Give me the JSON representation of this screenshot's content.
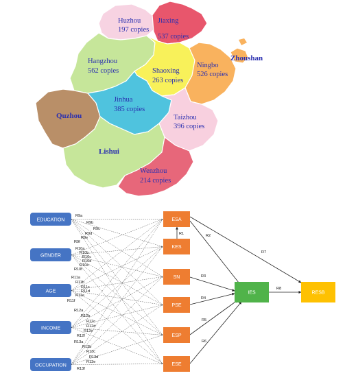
{
  "map": {
    "regions": [
      {
        "id": "huzhou",
        "name": "Huzhou",
        "count": "197 copies",
        "bold": false,
        "color": "#f7d3e2"
      },
      {
        "id": "jiaxing",
        "name": "Jiaxing",
        "count": "537 copies",
        "bold": false,
        "color": "#e8566c"
      },
      {
        "id": "hangzhou",
        "name": "Hangzhou",
        "count": "562 copies",
        "bold": false,
        "color": "#c6e69a"
      },
      {
        "id": "shaoxing",
        "name": "Shaoxing",
        "count": "263 copies",
        "bold": false,
        "color": "#f8f15a"
      },
      {
        "id": "ningbo",
        "name": "Ningbo",
        "count": "526 copies",
        "bold": false,
        "color": "#f9b25e"
      },
      {
        "id": "zhoushan",
        "name": "Zhoushan",
        "count": "",
        "bold": true,
        "color": "#f9b25e"
      },
      {
        "id": "quzhou",
        "name": "Quzhou",
        "count": "",
        "bold": true,
        "color": "#b98f68"
      },
      {
        "id": "jinhua",
        "name": "Jinhua",
        "count": "385 copies",
        "bold": false,
        "color": "#4fc3de"
      },
      {
        "id": "taizhou",
        "name": "Taizhou",
        "count": "396 copies",
        "bold": false,
        "color": "#f8d0df"
      },
      {
        "id": "lishui",
        "name": "Lishui",
        "count": "",
        "bold": true,
        "color": "#c6e69a"
      },
      {
        "id": "wenzhou",
        "name": "Wenzhou",
        "count": "214 copies",
        "bold": false,
        "color": "#e7677a"
      }
    ]
  },
  "diagram": {
    "colors": {
      "demographic": "#4574c4",
      "mediator": "#ee7d31",
      "ies": "#50b34a",
      "resb": "#fec102"
    },
    "demographics": [
      "EDUCATION",
      "GENDER",
      "AGE",
      "INCOME",
      "OCCUPATION"
    ],
    "mediators": [
      "ESA",
      "KES",
      "SN",
      "PSE",
      "ESP",
      "ESE"
    ],
    "ies": "IES",
    "resb": "RESB",
    "path_labels": {
      "R1": "R1",
      "R2": "R2",
      "R3": "R3",
      "R4": "R4",
      "R5": "R5",
      "R6": "R6",
      "R7": "R7",
      "R8": "R8",
      "R9": [
        "R9a",
        "R9b",
        "R9c",
        "R9d",
        "R9e",
        "R9f"
      ],
      "R10": [
        "R10a",
        "R10b",
        "R10c",
        "R10d",
        "R10e",
        "R10f"
      ],
      "R11": [
        "R11a",
        "R11b",
        "R11c",
        "R11d",
        "R11e",
        "R11f"
      ],
      "R12": [
        "R12a",
        "R12b",
        "R12c",
        "R12d",
        "R12e",
        "R12f"
      ],
      "R13": [
        "R13a",
        "R13b",
        "R13c",
        "R13d",
        "R13e",
        "R13f"
      ]
    }
  }
}
